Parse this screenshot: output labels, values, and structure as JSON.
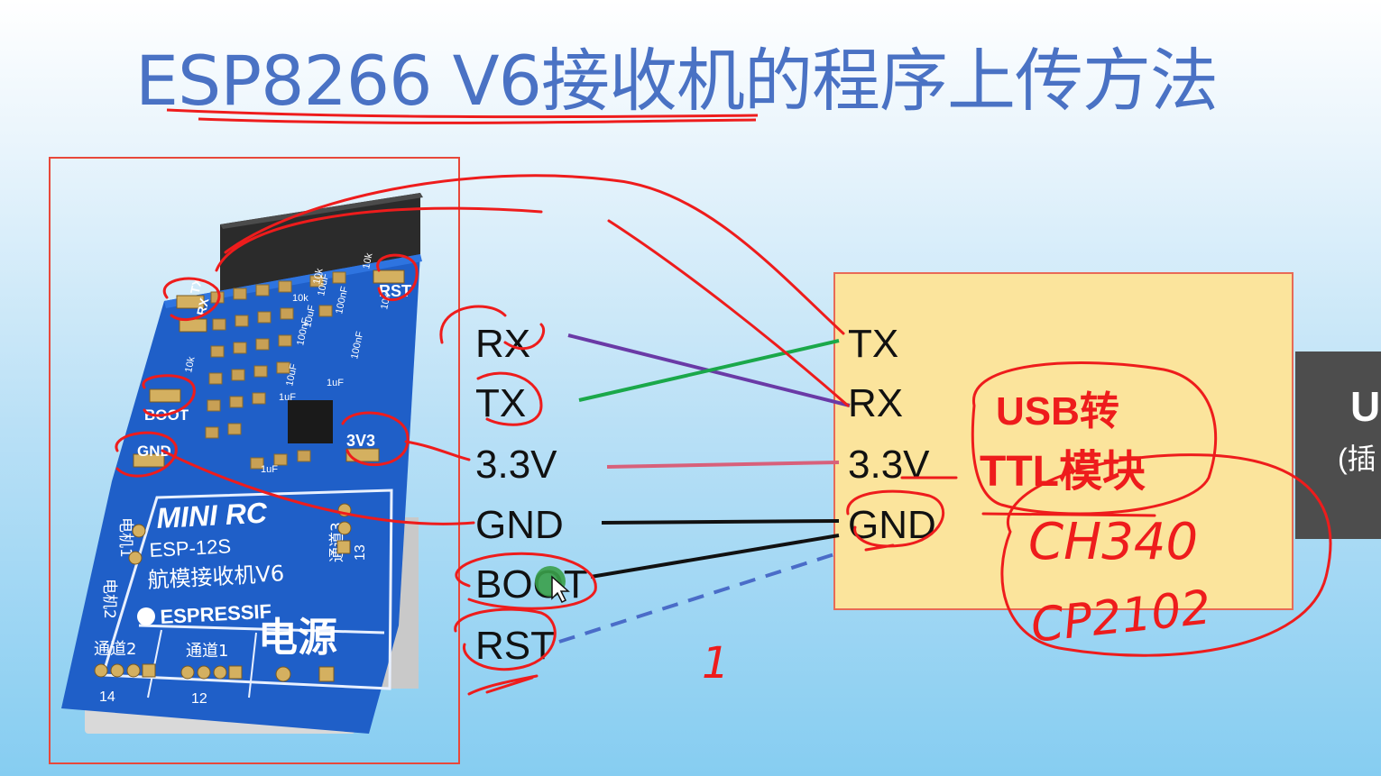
{
  "title": "ESP8266 V6接收机的程序上传方法",
  "board": {
    "pad_labels": {
      "rx": "RX",
      "tx": "TX",
      "rst": "RST",
      "boot": "BOOT",
      "gnd": "GND",
      "v3": "3V3"
    },
    "component_labels": [
      "10k",
      "10uF",
      "10k",
      "100nF",
      "10uF",
      "100nF",
      "1uF",
      "1uF",
      "10k",
      "10k",
      "10uF",
      "100nF",
      "1uF",
      "10k"
    ],
    "brand": "MINI RC",
    "module": "ESP-12S",
    "product_name": "航模接收机V6",
    "maker": "ESPRESSIF",
    "power_label": "电源",
    "motor1": "电机1",
    "motor2": "电机2",
    "channel1": "通道1",
    "channel2": "通道2",
    "channel3": "通道3",
    "channel_num_12": "12",
    "channel_num_14": "14",
    "channel_num_13": "13"
  },
  "left_pins": [
    "RX",
    "TX",
    "3.3V",
    "GND",
    "BOOT",
    "RST"
  ],
  "right_pins": [
    "TX",
    "RX",
    "3.3V",
    "GND"
  ],
  "module_label_line1": "USB转",
  "module_label_line2": "TTL模块",
  "handwritten": {
    "chip1": "CH340",
    "chip2": "CP2102",
    "mark": "1"
  },
  "right_panel": {
    "big": "U",
    "small": "(插"
  },
  "colors": {
    "title": "#4a72c4",
    "module_fill": "#fbe49c",
    "annotation_red": "#ee1c1c",
    "wire_purple": "#6a3aa6",
    "wire_green": "#1aa84a",
    "wire_pink": "#d8607a",
    "wire_black": "#111111",
    "wire_dashed": "#4a6cc8"
  }
}
